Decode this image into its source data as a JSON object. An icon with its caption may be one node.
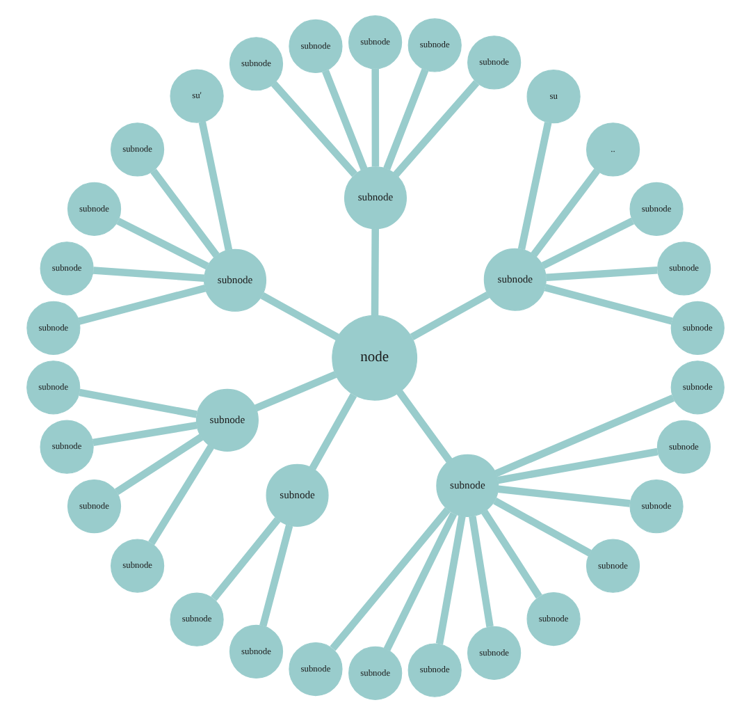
{
  "diagram": {
    "nodes": [
      {
        "text": [
          "node"
        ]
      },
      {
        "text": [
          "subnode"
        ]
      },
      {
        "text": [
          "subnode"
        ]
      },
      {
        "text": [
          "subnode"
        ]
      },
      {
        "text": [
          "subnode"
        ]
      },
      {
        "text": [
          ".."
        ]
      },
      {
        "text": [
          "su"
        ]
      },
      {
        "text": [
          "subnode"
        ]
      },
      {
        "text": [
          "subnode"
        ]
      },
      {
        "text": [
          "subnode"
        ]
      },
      {
        "text": [
          "subnode"
        ]
      },
      {
        "text": [
          "subnode"
        ]
      },
      {
        "text": [
          "subnode"
        ]
      },
      {
        "text": [
          "subnode"
        ]
      },
      {
        "text": [
          "su'"
        ]
      },
      {
        "text": [
          "subnode"
        ]
      },
      {
        "text": [
          "subnode"
        ]
      },
      {
        "text": [
          "subnode"
        ]
      },
      {
        "text": [
          "subnode"
        ]
      },
      {
        "text": [
          "subnode"
        ]
      },
      {
        "text": [
          "subnode"
        ]
      },
      {
        "text": [
          "subnode"
        ]
      },
      {
        "text": [
          "subnode"
        ]
      },
      {
        "text": [
          "subnode"
        ]
      },
      {
        "text": [
          "subnode"
        ]
      },
      {
        "text": [
          "subnode"
        ]
      },
      {
        "text": [
          "subnode"
        ]
      },
      {
        "text": [
          "subnode"
        ]
      },
      {
        "text": [
          "subnode"
        ]
      },
      {
        "text": [
          "subnode"
        ]
      },
      {
        "text": [
          "subnode"
        ]
      },
      {
        "text": [
          "subnode"
        ]
      },
      {
        "text": [
          "subnode"
        ]
      },
      {
        "text": [
          "subnode"
        ]
      },
      {
        "text": [
          "subnode"
        ]
      },
      {
        "text": [
          "subnode"
        ]
      },
      {
        "text": [
          "subnode"
        ]
      }
    ],
    "edges": [
      {
        "from": 0,
        "to": 1,
        "arrow": "none"
      },
      {
        "from": 1,
        "to": 2,
        "arrow": "none"
      },
      {
        "from": 1,
        "to": 3,
        "arrow": "none"
      },
      {
        "from": 1,
        "to": 4,
        "arrow": "none"
      },
      {
        "from": 1,
        "to": 5,
        "arrow": "none"
      },
      {
        "from": 1,
        "to": 6,
        "arrow": "none"
      },
      {
        "from": 0,
        "to": 7,
        "arrow": "none"
      },
      {
        "from": 7,
        "to": 8,
        "arrow": "none"
      },
      {
        "from": 7,
        "to": 9,
        "arrow": "none"
      },
      {
        "from": 7,
        "to": 10,
        "arrow": "none"
      },
      {
        "from": 7,
        "to": 11,
        "arrow": "none"
      },
      {
        "from": 7,
        "to": 12,
        "arrow": "none"
      },
      {
        "from": 0,
        "to": 13,
        "arrow": "none"
      },
      {
        "from": 13,
        "to": 14,
        "arrow": "none"
      },
      {
        "from": 13,
        "to": 15,
        "arrow": "none"
      },
      {
        "from": 13,
        "to": 16,
        "arrow": "none"
      },
      {
        "from": 13,
        "to": 17,
        "arrow": "none"
      },
      {
        "from": 13,
        "to": 18,
        "arrow": "none"
      },
      {
        "from": 0,
        "to": 19,
        "arrow": "none"
      },
      {
        "from": 19,
        "to": 20,
        "arrow": "none"
      },
      {
        "from": 19,
        "to": 21,
        "arrow": "none"
      },
      {
        "from": 19,
        "to": 22,
        "arrow": "none"
      },
      {
        "from": 19,
        "to": 23,
        "arrow": "none"
      },
      {
        "from": 0,
        "to": 24,
        "arrow": "none"
      },
      {
        "from": 24,
        "to": 25,
        "arrow": "none"
      },
      {
        "from": 24,
        "to": 26,
        "arrow": "none"
      },
      {
        "from": 0,
        "to": 27,
        "arrow": "none"
      },
      {
        "from": 27,
        "to": 28,
        "arrow": "none"
      },
      {
        "from": 27,
        "to": 29,
        "arrow": "none"
      },
      {
        "from": 27,
        "to": 30,
        "arrow": "none"
      },
      {
        "from": 27,
        "to": 31,
        "arrow": "none"
      },
      {
        "from": 27,
        "to": 32,
        "arrow": "none"
      },
      {
        "from": 27,
        "to": 33,
        "arrow": "none"
      },
      {
        "from": 27,
        "to": 34,
        "arrow": "none"
      },
      {
        "from": 27,
        "to": 35,
        "arrow": "none"
      },
      {
        "from": 27,
        "to": 36,
        "arrow": "none"
      }
    ]
  }
}
